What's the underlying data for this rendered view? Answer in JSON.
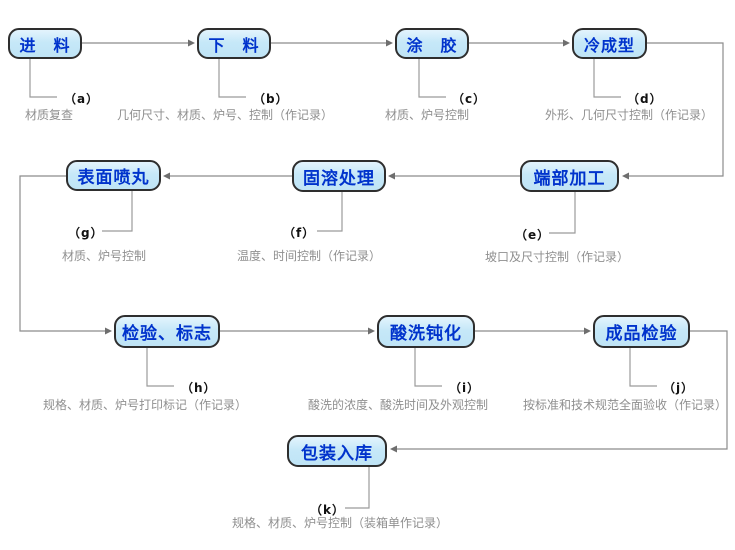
{
  "diagram": {
    "kind": "process-flowchart",
    "language": "zh-CN",
    "colors": {
      "background": "#ffffff",
      "node_fill": "#c6e8f8",
      "node_border": "#2e2e2e",
      "node_text": "#0033cc",
      "flow_line": "#8c8c8c",
      "callout_line": "#9b9b9b",
      "tag_text": "#111111",
      "desc_text": "#8f8f8f"
    },
    "nodes": [
      {
        "id": "feed",
        "label": "进　料",
        "tag": "（a）",
        "desc": "材质复查"
      },
      {
        "id": "cutting",
        "label": "下　料",
        "tag": "（b）",
        "desc": "几何尺寸、材质、炉号、控制（作记录）"
      },
      {
        "id": "gluing",
        "label": "涂　胶",
        "tag": "（c）",
        "desc": "材质、炉号控制"
      },
      {
        "id": "cold-forming",
        "label": "冷成型",
        "tag": "（d）",
        "desc": "外形、几何尺寸控制（作记录）"
      },
      {
        "id": "end-machining",
        "label": "端部加工",
        "tag": "（e）",
        "desc": "坡口及尺寸控制（作记录）"
      },
      {
        "id": "solution-treatment",
        "label": "固溶处理",
        "tag": "（f）",
        "desc": "温度、时间控制（作记录）"
      },
      {
        "id": "shot-blasting",
        "label": "表面喷丸",
        "tag": "（g）",
        "desc": "材质、炉号控制"
      },
      {
        "id": "inspection-marking",
        "label": "检验、标志",
        "tag": "（h）",
        "desc": "规格、材质、炉号打印标记（作记录）"
      },
      {
        "id": "pickling-passivation",
        "label": "酸洗钝化",
        "tag": "（i）",
        "desc": "酸洗的浓度、酸洗时间及外观控制"
      },
      {
        "id": "final-inspection",
        "label": "成品检验",
        "tag": "（j）",
        "desc": "按标准和技术规范全面验收（作记录）"
      },
      {
        "id": "packing-storage",
        "label": "包装入库",
        "tag": "（k）",
        "desc": "规格、材质、炉号控制（装箱单作记录）"
      }
    ],
    "edges": [
      {
        "from": "进料",
        "to": "下料"
      },
      {
        "from": "下料",
        "to": "涂胶"
      },
      {
        "from": "涂胶",
        "to": "冷成型"
      },
      {
        "from": "冷成型",
        "to": "端部加工"
      },
      {
        "from": "端部加工",
        "to": "固溶处理"
      },
      {
        "from": "固溶处理",
        "to": "表面喷丸"
      },
      {
        "from": "表面喷丸",
        "to": "检验、标志"
      },
      {
        "from": "检验、标志",
        "to": "酸洗钝化"
      },
      {
        "from": "酸洗钝化",
        "to": "成品检验"
      },
      {
        "from": "成品检验",
        "to": "包装入库"
      }
    ]
  }
}
